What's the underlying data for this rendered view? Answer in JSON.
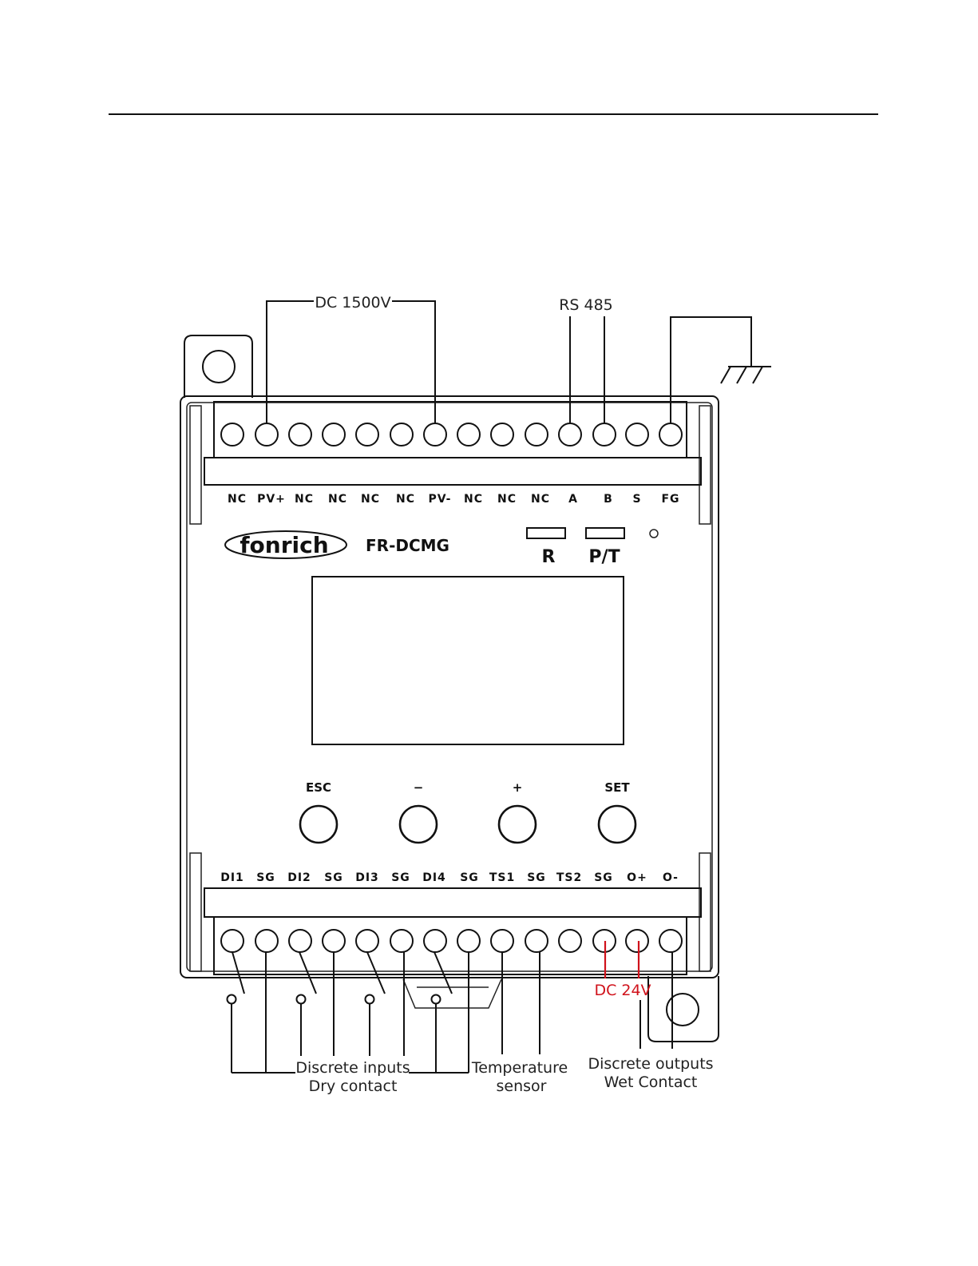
{
  "device": {
    "brand": "fonrich",
    "model": "FR-DCMG",
    "led_left_label": "R",
    "led_right_label": "P/T"
  },
  "top_terminals": [
    "NC",
    "PV+",
    "NC",
    "NC",
    "NC",
    "NC",
    "PV-",
    "NC",
    "NC",
    "NC",
    "A",
    "B",
    "S",
    "FG"
  ],
  "bottom_terminals": [
    "DI1",
    "SG",
    "DI2",
    "SG",
    "DI3",
    "SG",
    "DI4",
    "SG",
    "TS1",
    "SG",
    "TS2",
    "SG",
    "O+",
    "O-"
  ],
  "buttons": [
    {
      "id": "esc",
      "label": "ESC"
    },
    {
      "id": "minus",
      "label": "−"
    },
    {
      "id": "plus",
      "label": "+"
    },
    {
      "id": "set",
      "label": "SET"
    }
  ],
  "callouts": {
    "dc1500": "DC 1500V",
    "rs485": "RS 485",
    "discrete_inputs_line1": "Discrete inputs",
    "discrete_inputs_line2": "Dry contact",
    "temperature_line1": "Temperature",
    "temperature_line2": "sensor",
    "dc24": "DC 24V",
    "discrete_outputs_line1": "Discrete outputs",
    "discrete_outputs_line2": "Wet Contact"
  },
  "colors": {
    "line": "#111111",
    "highlight": "#d0121b"
  }
}
